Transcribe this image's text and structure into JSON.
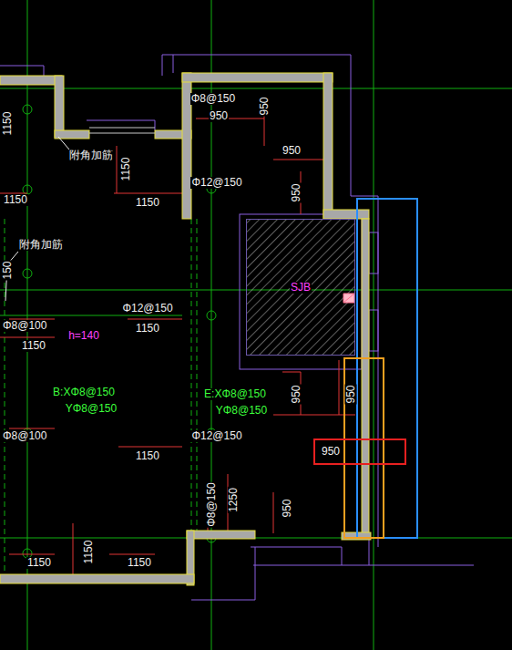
{
  "diagram": {
    "nodes": [
      {
        "text": [
          "SJB"
        ]
      },
      {
        "text": [
          "950"
        ]
      }
    ],
    "labels": [
      "Φ8@150",
      "950",
      "950",
      "950",
      "附角加筋",
      "1150",
      "1150",
      "1150",
      "Φ12@150",
      "950",
      "1150",
      "附角加筋",
      "150",
      "Φ12@150",
      "Φ8@100",
      "h=140",
      "1150",
      "1150",
      "B:XΦ8@150",
      "YΦ8@150",
      "E:XΦ8@150",
      "YΦ8@150",
      "950",
      "950",
      "Φ8@100",
      "Φ12@150",
      "1150",
      "Φ8@150",
      "1250",
      "950",
      "1150",
      "1150",
      "1150"
    ]
  }
}
